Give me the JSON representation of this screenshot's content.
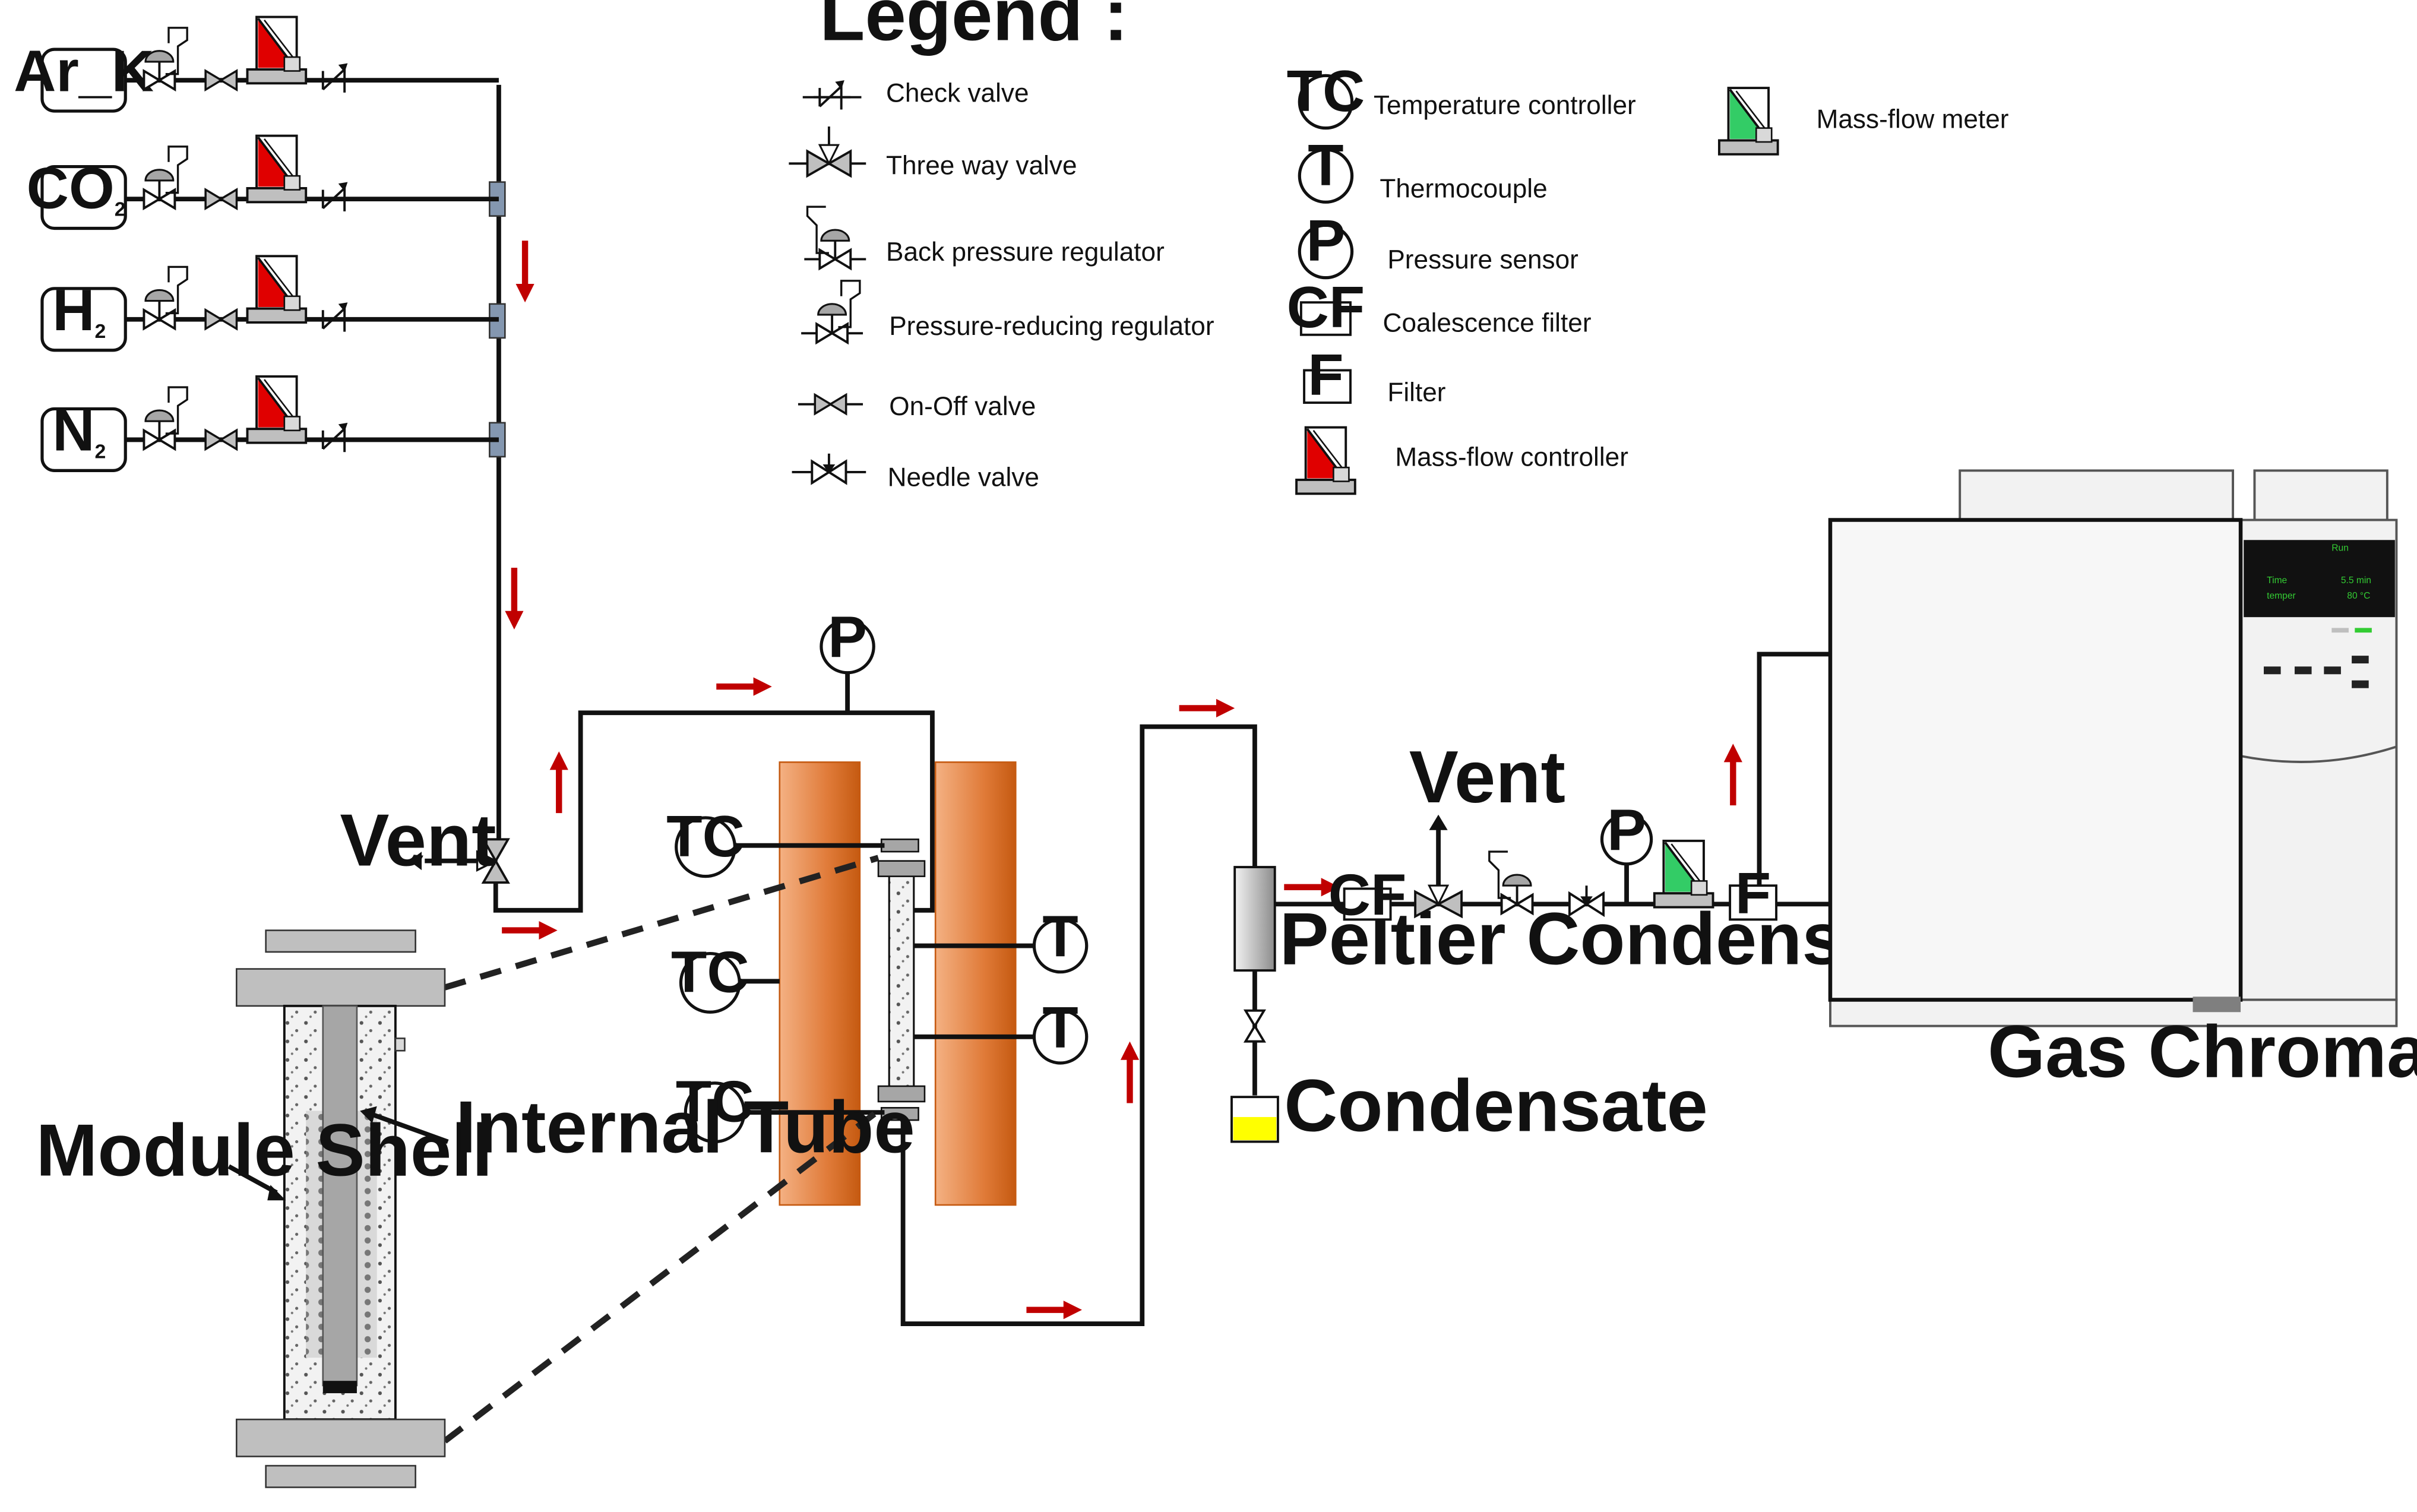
{
  "legend": {
    "title": "Legend :",
    "check_valve": "Check valve",
    "three_way_valve": "Three way valve",
    "back_pressure_regulator": "Back pressure regulator",
    "pressure_reducing_regulator": "Pressure-reducing  regulator",
    "on_off_valve": "On-Off valve",
    "needle_valve": "Needle valve",
    "temperature_controller": "Temperature controller",
    "thermocouple": "Thermocouple",
    "pressure_sensor": "Pressure sensor",
    "coalescence_filter": "Coalescence filter",
    "filter": "Filter",
    "mass_flow_controller": "Mass-flow controller",
    "mass_flow_meter": "Mass-flow meter"
  },
  "symbols": {
    "tc": "TC",
    "t": "T",
    "p": "P",
    "cf": "CF",
    "f": "F"
  },
  "gases": {
    "ar_k": "Ar_K",
    "co2": "CO",
    "co2_sub": "2",
    "h2": "H",
    "h2_sub": "2",
    "n2": "N",
    "n2_sub": "2"
  },
  "labels": {
    "vent_left": "Vent",
    "vent_right": "Vent",
    "module_shell": "Module Shell",
    "internal_tube": "Internal Tube",
    "peltier_condenser": "Peltier Condenser",
    "condensate": "Condensate",
    "gas_chromatograph": "Gas Chromatograph"
  },
  "gc_display": {
    "status": "Run",
    "time_label": "Time",
    "time_value": "5.5 min",
    "temp_label": "temper",
    "temp_value": "80 °C"
  },
  "colors": {
    "arrow": "#c00000",
    "mfc_red": "#e00000",
    "mfm_green": "#33cc66",
    "furnace": "#e07b39",
    "condensate": "#ffff00",
    "gc_panel": "#111111"
  }
}
